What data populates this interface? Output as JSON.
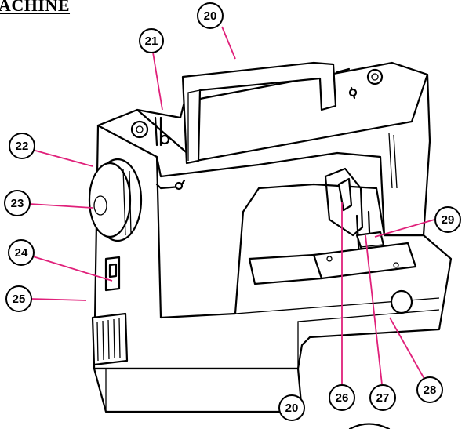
{
  "title": "ACHINE",
  "callouts": [
    {
      "id": "c20_top",
      "label": "20"
    },
    {
      "id": "c21",
      "label": "21"
    },
    {
      "id": "c22",
      "label": "22"
    },
    {
      "id": "c23",
      "label": "23"
    },
    {
      "id": "c24",
      "label": "24"
    },
    {
      "id": "c25",
      "label": "25"
    },
    {
      "id": "c26",
      "label": "26"
    },
    {
      "id": "c27",
      "label": "27"
    },
    {
      "id": "c28",
      "label": "28"
    },
    {
      "id": "c29",
      "label": "29"
    },
    {
      "id": "c20_bottom",
      "label": "20"
    }
  ],
  "colors": {
    "leader": "#e0207a",
    "ink": "#000000",
    "paper": "#ffffff"
  }
}
